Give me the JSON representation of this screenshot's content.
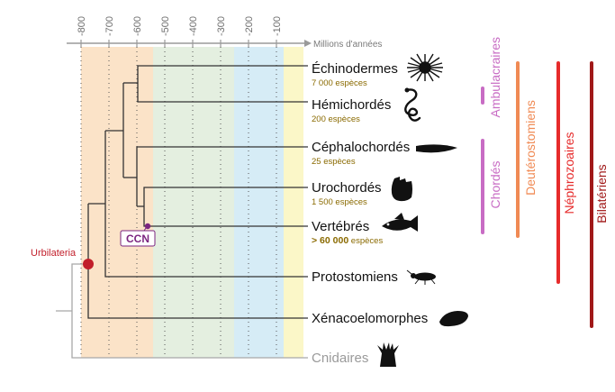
{
  "timeline": {
    "unit_label": "Millions d'années",
    "ticks": [
      "-800",
      "-700",
      "-600",
      "-500",
      "-400",
      "-300",
      "-200",
      "-100"
    ]
  },
  "colors": {
    "band_1": "#fbe3c8",
    "band_2": "#e4efe0",
    "band_3": "#d6ecf6",
    "band_4": "#fbf7c8",
    "axis": "#9a9a9a",
    "tree": "#333333",
    "cnidaire_branch": "#a8a8a8",
    "count_text": "#8a6a00",
    "urbilateria": "#c21f2b",
    "ccn": "#7b2580",
    "ambulacraires": "#c86cc4",
    "chordes": "#c86cc4",
    "deuterostomiens": "#f08a54",
    "nephrozoaires": "#e62b2b",
    "bilateriens": "#a01818"
  },
  "taxa": [
    {
      "name": "Échinodermes",
      "count": "7 000 espèces",
      "icon": "sea-urchin-icon"
    },
    {
      "name": "Hémichordés",
      "count": "200 espèces",
      "icon": "acorn-worm-icon"
    },
    {
      "name": "Céphalochordés",
      "count": "25 espèces",
      "icon": "lancelet-icon"
    },
    {
      "name": "Urochordés",
      "count": "1 500 espèces",
      "icon": "tunicate-icon"
    },
    {
      "name": "Vertébrés",
      "count_bold": "> 60 000",
      "count_rest": " espèces",
      "icon": "fish-icon"
    },
    {
      "name": "Protostomiens",
      "icon": "insect-icon"
    },
    {
      "name": "Xénacoelomorphes",
      "icon": "flatworm-icon"
    },
    {
      "name": "Cnidaires",
      "icon": "sea-anemone-icon"
    }
  ],
  "nodes": {
    "urbilateria": "Urbilateria",
    "ccn": "CCN"
  },
  "clade_bars": {
    "ambulacraires": "Ambulacraires",
    "chordes": "Chordés",
    "deuterostomiens": "Deutérostomiens",
    "nephrozoaires": "Néphrozoaires",
    "bilateriens": "Bilatériens"
  }
}
